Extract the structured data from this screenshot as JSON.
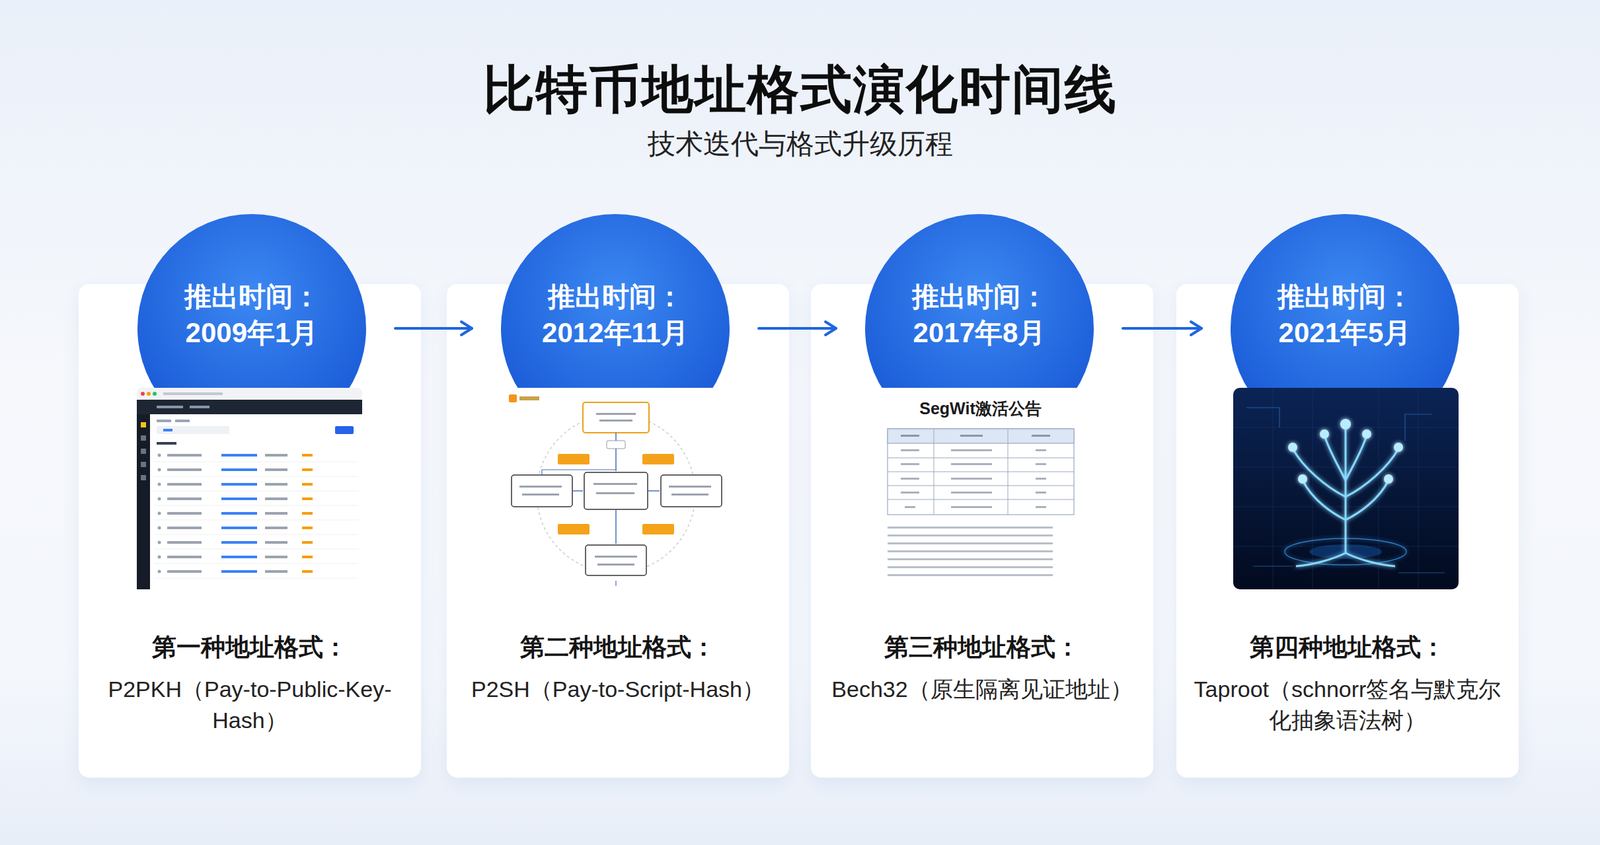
{
  "diagram": {
    "title": "比特币地址格式演化时间线",
    "nodes": [
      {
        "text": [
          "推出时间：",
          "2009年1月"
        ]
      },
      {
        "text": [
          "第一种地址格式：",
          "P2PKH（Pay-to-Public-Key-Hash）"
        ]
      },
      {
        "text": [
          "推出时间：",
          "2012年11月"
        ]
      },
      {
        "text": [
          "第二种地址格式：",
          "P2SH（Pay-to-Script-Hash）"
        ]
      },
      {
        "text": [
          "推出时间：",
          "2017年8月"
        ]
      },
      {
        "text": [
          "第三种地址格式：",
          "Bech32（原生隔离见证地址）"
        ]
      },
      {
        "text": [
          "推出时间：",
          "2021年5月"
        ]
      },
      {
        "text": [
          "第四种地址格式：",
          "Taproot（schnorr签名与默克尔化抽象语法树）"
        ]
      }
    ],
    "edges": [
      {
        "from": 0,
        "to": 2,
        "arrow": "to"
      },
      {
        "from": 2,
        "to": 4,
        "arrow": "to"
      },
      {
        "from": 4,
        "to": 6,
        "arrow": "to"
      }
    ],
    "labels": [
      "技术迭代与格式升级历程",
      "SegWit激活公告"
    ]
  }
}
